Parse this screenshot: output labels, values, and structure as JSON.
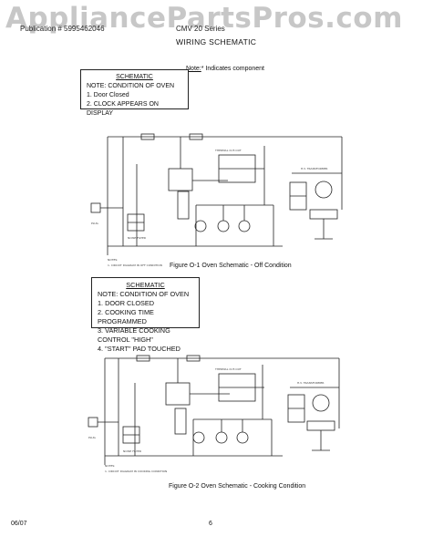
{
  "watermark": "AppliancePartsPros.com",
  "header": {
    "left_text": "Publication # 5995462046",
    "right_text": "CMV 20 Series",
    "title": "WIRING SCHEMATIC"
  },
  "note": {
    "prefix": "Note:",
    "text": "* Indicates component"
  },
  "schematic_1": {
    "box_title": "SCHEMATIC",
    "box_lines": [
      "NOTE: CONDITION OF OVEN",
      "1. Door Closed",
      "2. CLOCK APPEARS ON DISPLAY"
    ],
    "caption": "Figure O-1 Oven Schematic - Off  Condition"
  },
  "schematic_2": {
    "box_title": "SCHEMATIC",
    "box_lines": [
      "NOTE: CONDITION OF OVEN",
      "1. DOOR CLOSED",
      "2. COOKING TIME PROGRAMMED",
      "3. VARIABLE COOKING CONTROL \"HIGH\"",
      "4. \"START\" PAD TOUCHED"
    ],
    "caption": "Figure O-2 Oven Schematic - Cooking Condition"
  },
  "footer": {
    "date": "06/07",
    "page": "6"
  }
}
